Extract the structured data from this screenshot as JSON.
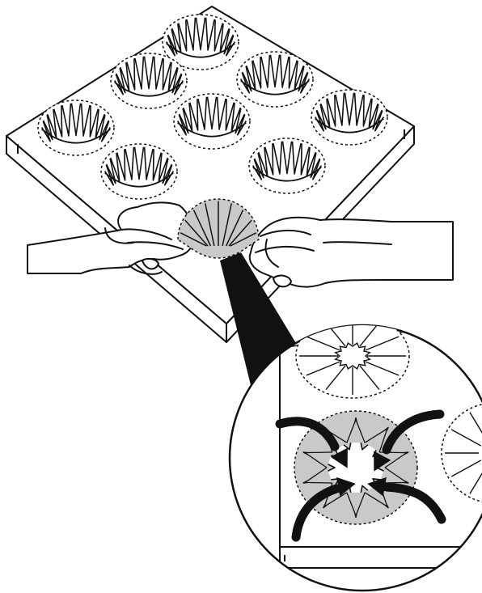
{
  "figure": {
    "description_visible_text": "",
    "colors": {
      "ink": "#111111",
      "paper": "#ffffff",
      "shade": "#c9c9c9"
    },
    "tray": {
      "cells_rows": 3,
      "cells_cols": 3,
      "highlighted_cell": "front-corner"
    },
    "callout": {
      "arrows": 4,
      "arrow_direction": "inward"
    }
  }
}
